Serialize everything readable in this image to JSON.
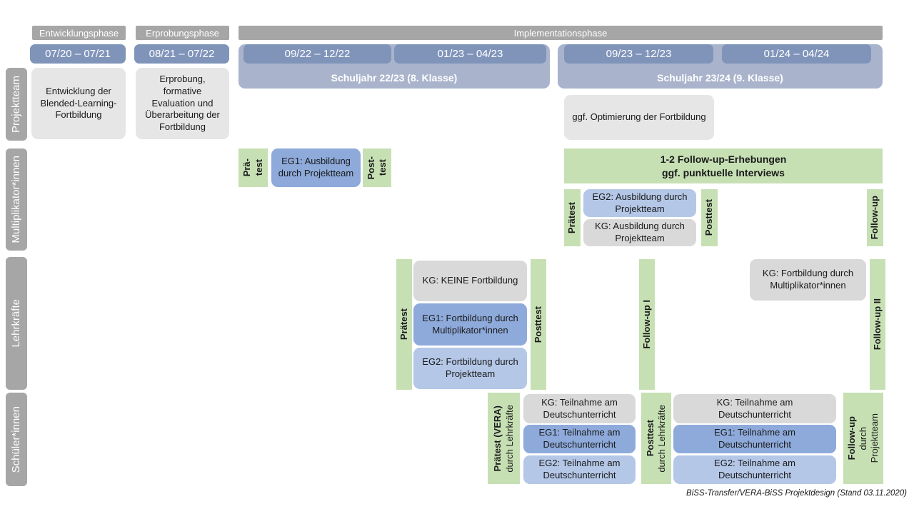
{
  "header": {
    "phase_entwicklung": "Entwicklungsphase",
    "phase_erprobung": "Erprobungsphase",
    "phase_implementation": "Implementationsphase",
    "date_1": "07/20 – 07/21",
    "date_2": "08/21 – 07/22",
    "date_3": "09/22 – 12/22",
    "date_4": "01/23 – 04/23",
    "date_5": "09/23 – 12/23",
    "date_6": "01/24 – 04/24",
    "schuljahr_1": "Schuljahr 22/23 (8. Klasse)",
    "schuljahr_2": "Schuljahr 23/24 (9. Klasse)"
  },
  "row_labels": {
    "projektteam": "Projektteam",
    "multiplikatoren": "Multiplikator*innen",
    "lehrkraefte": "Lehrkräfte",
    "schueler": "Schüler*innen"
  },
  "projektteam": {
    "entwicklung": "Entwicklung der Blended-Learning-Fortbildung",
    "erprobung": "Erprobung, formative Evaluation und Überarbeitung der Fortbildung",
    "optimierung": "ggf. Optimierung der Fortbildung"
  },
  "multiplikatoren": {
    "praetest1_line1": "Prä-",
    "praetest1_line2": "test",
    "eg1": "EG1: Ausbildung durch Projektteam",
    "posttest1_line1": "Post-",
    "posttest1_line2": "test",
    "followup_box_line1": "1-2 Follow-up-Erhebungen",
    "followup_box_line2": "ggf. punktuelle Interviews",
    "praetest2": "Prätest",
    "eg2": "EG2: Ausbildung durch Projektteam",
    "kg": "KG: Ausbildung durch Projektteam",
    "posttest2": "Posttest",
    "followup": "Follow-up"
  },
  "lehrkraefte": {
    "praetest": "Prätest",
    "kg_keine": "KG: KEINE Fortbildung",
    "eg1": "EG1: Fortbildung durch Multiplikator*innen",
    "eg2": "EG2: Fortbildung durch Projektteam",
    "posttest": "Posttest",
    "followup1": "Follow-up I",
    "kg_fortbildung": "KG: Fortbildung durch Multiplikator*innen",
    "followup2": "Follow-up II"
  },
  "schueler": {
    "praetest_line1": "Prätest (VERA)",
    "praetest_line2": "durch Lehrkräfte",
    "kg_1": "KG: Teilnahme am Deutschunterricht",
    "eg1_1": "EG1: Teilnahme am Deutschunterricht",
    "eg2_1": "EG2: Teilnahme am Deutschunterricht",
    "posttest_line1": "Posttest",
    "posttest_line2": "durch Lehrkräfte",
    "kg_2": "KG: Teilnahme am Deutschunterricht",
    "eg1_2": "EG1: Teilnahme am Deutschunterricht",
    "eg2_2": "EG2: Teilnahme am Deutschunterricht",
    "followup_line1": "Follow-up",
    "followup_line2": "durch",
    "followup_line3": "Projektteam"
  },
  "footer": {
    "caption": "BiSS-Transfer/VERA-BiSS Projektdesign (Stand 03.11.2020)"
  },
  "colors": {
    "bar_gray": "#a6a6a6",
    "date_bar_blue": "#8094ba",
    "schuljahr_blue": "#a9b4cc",
    "box_light_gray": "#e7e6e6",
    "box_gray": "#d9d9d9",
    "box_blue_medium": "#8eaadb",
    "box_blue_light": "#b4c7e7",
    "green": "#c6e0b4",
    "text": "#1a1a1a",
    "background": "#ffffff"
  }
}
